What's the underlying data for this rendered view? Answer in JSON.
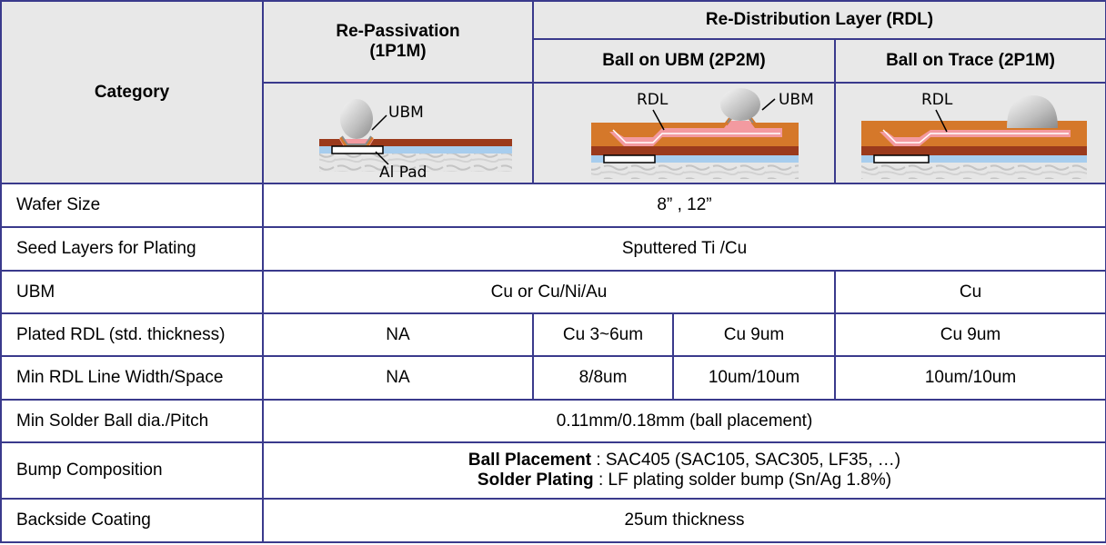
{
  "header": {
    "category": "Category",
    "re_passivation": "Re-Passivation\n(1P1M)",
    "re_passivation_line1": "Re-Passivation",
    "re_passivation_line2": "(1P1M)",
    "rdl": "Re-Distribution Layer (RDL)",
    "ball_on_ubm": "Ball on UBM (2P2M)",
    "ball_on_trace": "Ball on Trace (2P1M)"
  },
  "diagrams": {
    "d1": {
      "ubm": "UBM",
      "al_pad": "Al Pad"
    },
    "d2": {
      "rdl": "RDL",
      "ubm": "UBM"
    },
    "d3": {
      "rdl": "RDL"
    }
  },
  "rows": {
    "wafer_size": {
      "label": "Wafer Size",
      "value": "8” , 12”"
    },
    "seed_layers": {
      "label": "Seed Layers for Plating",
      "value": "Sputtered Ti /Cu"
    },
    "ubm": {
      "label": "UBM",
      "value_a": "Cu or Cu/Ni/Au",
      "value_b": "Cu"
    },
    "plated_rdl": {
      "label": "Plated RDL (std. thickness)",
      "v1": "NA",
      "v2": "Cu 3~6um",
      "v3": "Cu 9um",
      "v4": "Cu 9um"
    },
    "min_rdl": {
      "label": "Min RDL Line Width/Space",
      "v1": "NA",
      "v2": "8/8um",
      "v3": "10um/10um",
      "v4": "10um/10um"
    },
    "min_solder": {
      "label": "Min Solder Ball dia./Pitch",
      "value": "0.11mm/0.18mm (ball placement)"
    },
    "bump": {
      "label": "Bump Composition",
      "line1_bold": "Ball Placement",
      "line1_rest": " : SAC405 (SAC105, SAC305, LF35, …)",
      "line2_bold": "Solder Plating",
      "line2_rest": " : LF plating solder bump (Sn/Ag 1.8%)"
    },
    "backside": {
      "label": "Backside Coating",
      "value": "25um thickness"
    }
  },
  "colors": {
    "border": "#3a3a8c",
    "header_bg": "#e8e8e8",
    "rdl_orange": "#d5782a",
    "passivation_brown": "#9b3a1c",
    "pink": "#f39aa0",
    "blue": "#a7cdee"
  }
}
